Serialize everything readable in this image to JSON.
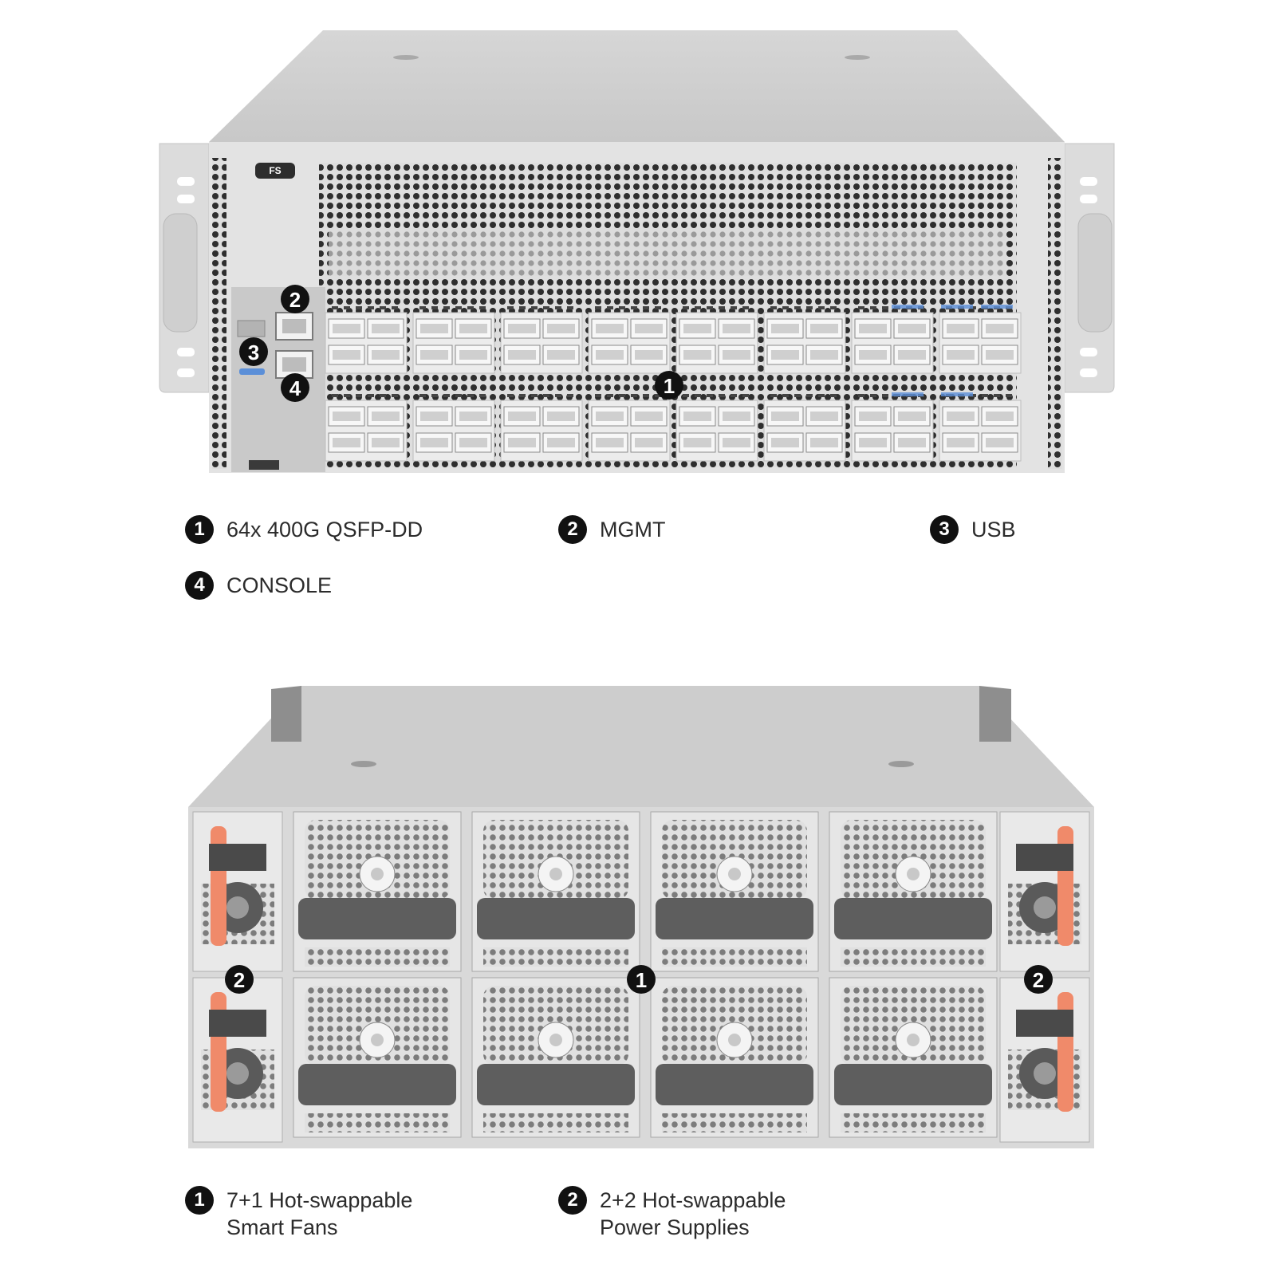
{
  "brand": {
    "logo_text": "FS"
  },
  "front": {
    "callouts": [
      "1",
      "2",
      "3",
      "4"
    ],
    "legend": [
      {
        "number": "1",
        "label": "64x 400G QSFP-DD"
      },
      {
        "number": "2",
        "label": "MGMT"
      },
      {
        "number": "3",
        "label": "USB"
      },
      {
        "number": "4",
        "label": "CONSOLE"
      }
    ]
  },
  "rear": {
    "callouts": [
      "1",
      "2",
      "2"
    ],
    "legend": [
      {
        "number": "1",
        "line1": "7+1 Hot-swappable",
        "line2": "Smart Fans"
      },
      {
        "number": "2",
        "line1": "2+2 Hot-swappable",
        "line2": "Power Supplies"
      }
    ]
  },
  "colors": {
    "chassis": "#d2d2d2",
    "chassis_top": "#cfcfcf",
    "panel": "#e4e4e4",
    "callout": "#111111",
    "psu_handle": "#f08a6a",
    "port_accent": "#5b8fd8"
  }
}
